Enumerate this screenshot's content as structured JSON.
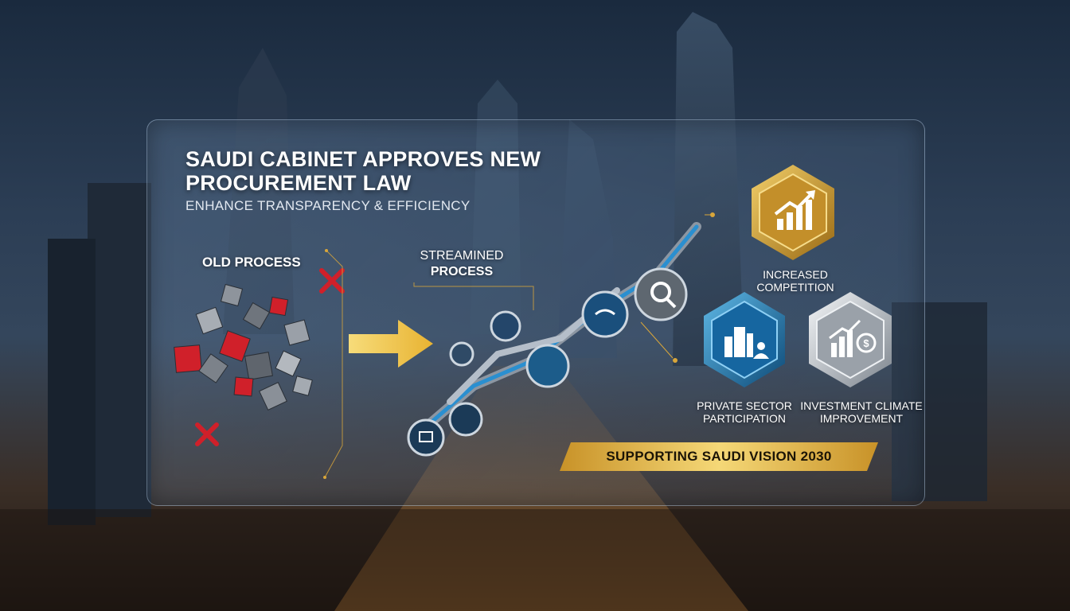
{
  "headline": {
    "line1": "SAUDI CABINET APPROVES NEW",
    "line2": "PROCUREMENT LAW"
  },
  "subtitle": "ENHANCE TRANSPARENCY & EFFICIENCY",
  "old_process": {
    "label": "OLD PROCESS",
    "icon": "scattered-cubes-icon",
    "marker": "red-x-icon"
  },
  "streamlined_process": {
    "line1": "STREAMINED",
    "line2": "PROCESS",
    "icon": "gear-chain-icon"
  },
  "outcomes": [
    {
      "line1": "INCREASED",
      "line2": "COMPETITION",
      "icon": "growth-chart-icon",
      "color": "#d9a63a"
    },
    {
      "line1": "PRIVATE SECTOR",
      "line2": "PARTICIPATION",
      "icon": "building-person-icon",
      "color": "#1f7fb8"
    },
    {
      "line1": "INVESTMENT CLIMATE",
      "line2": "IMPROVEMENT",
      "icon": "investment-chart-icon",
      "color": "#c9cdd3"
    }
  ],
  "banner": {
    "text": "SUPPORTING SAUDI VISION 2030",
    "color": "#e2b23f"
  },
  "colors": {
    "arrow": "#f3c84a",
    "red_cube": "#d0202a",
    "accent_blue": "#2a8fd0",
    "gold": "#d9a63a"
  }
}
